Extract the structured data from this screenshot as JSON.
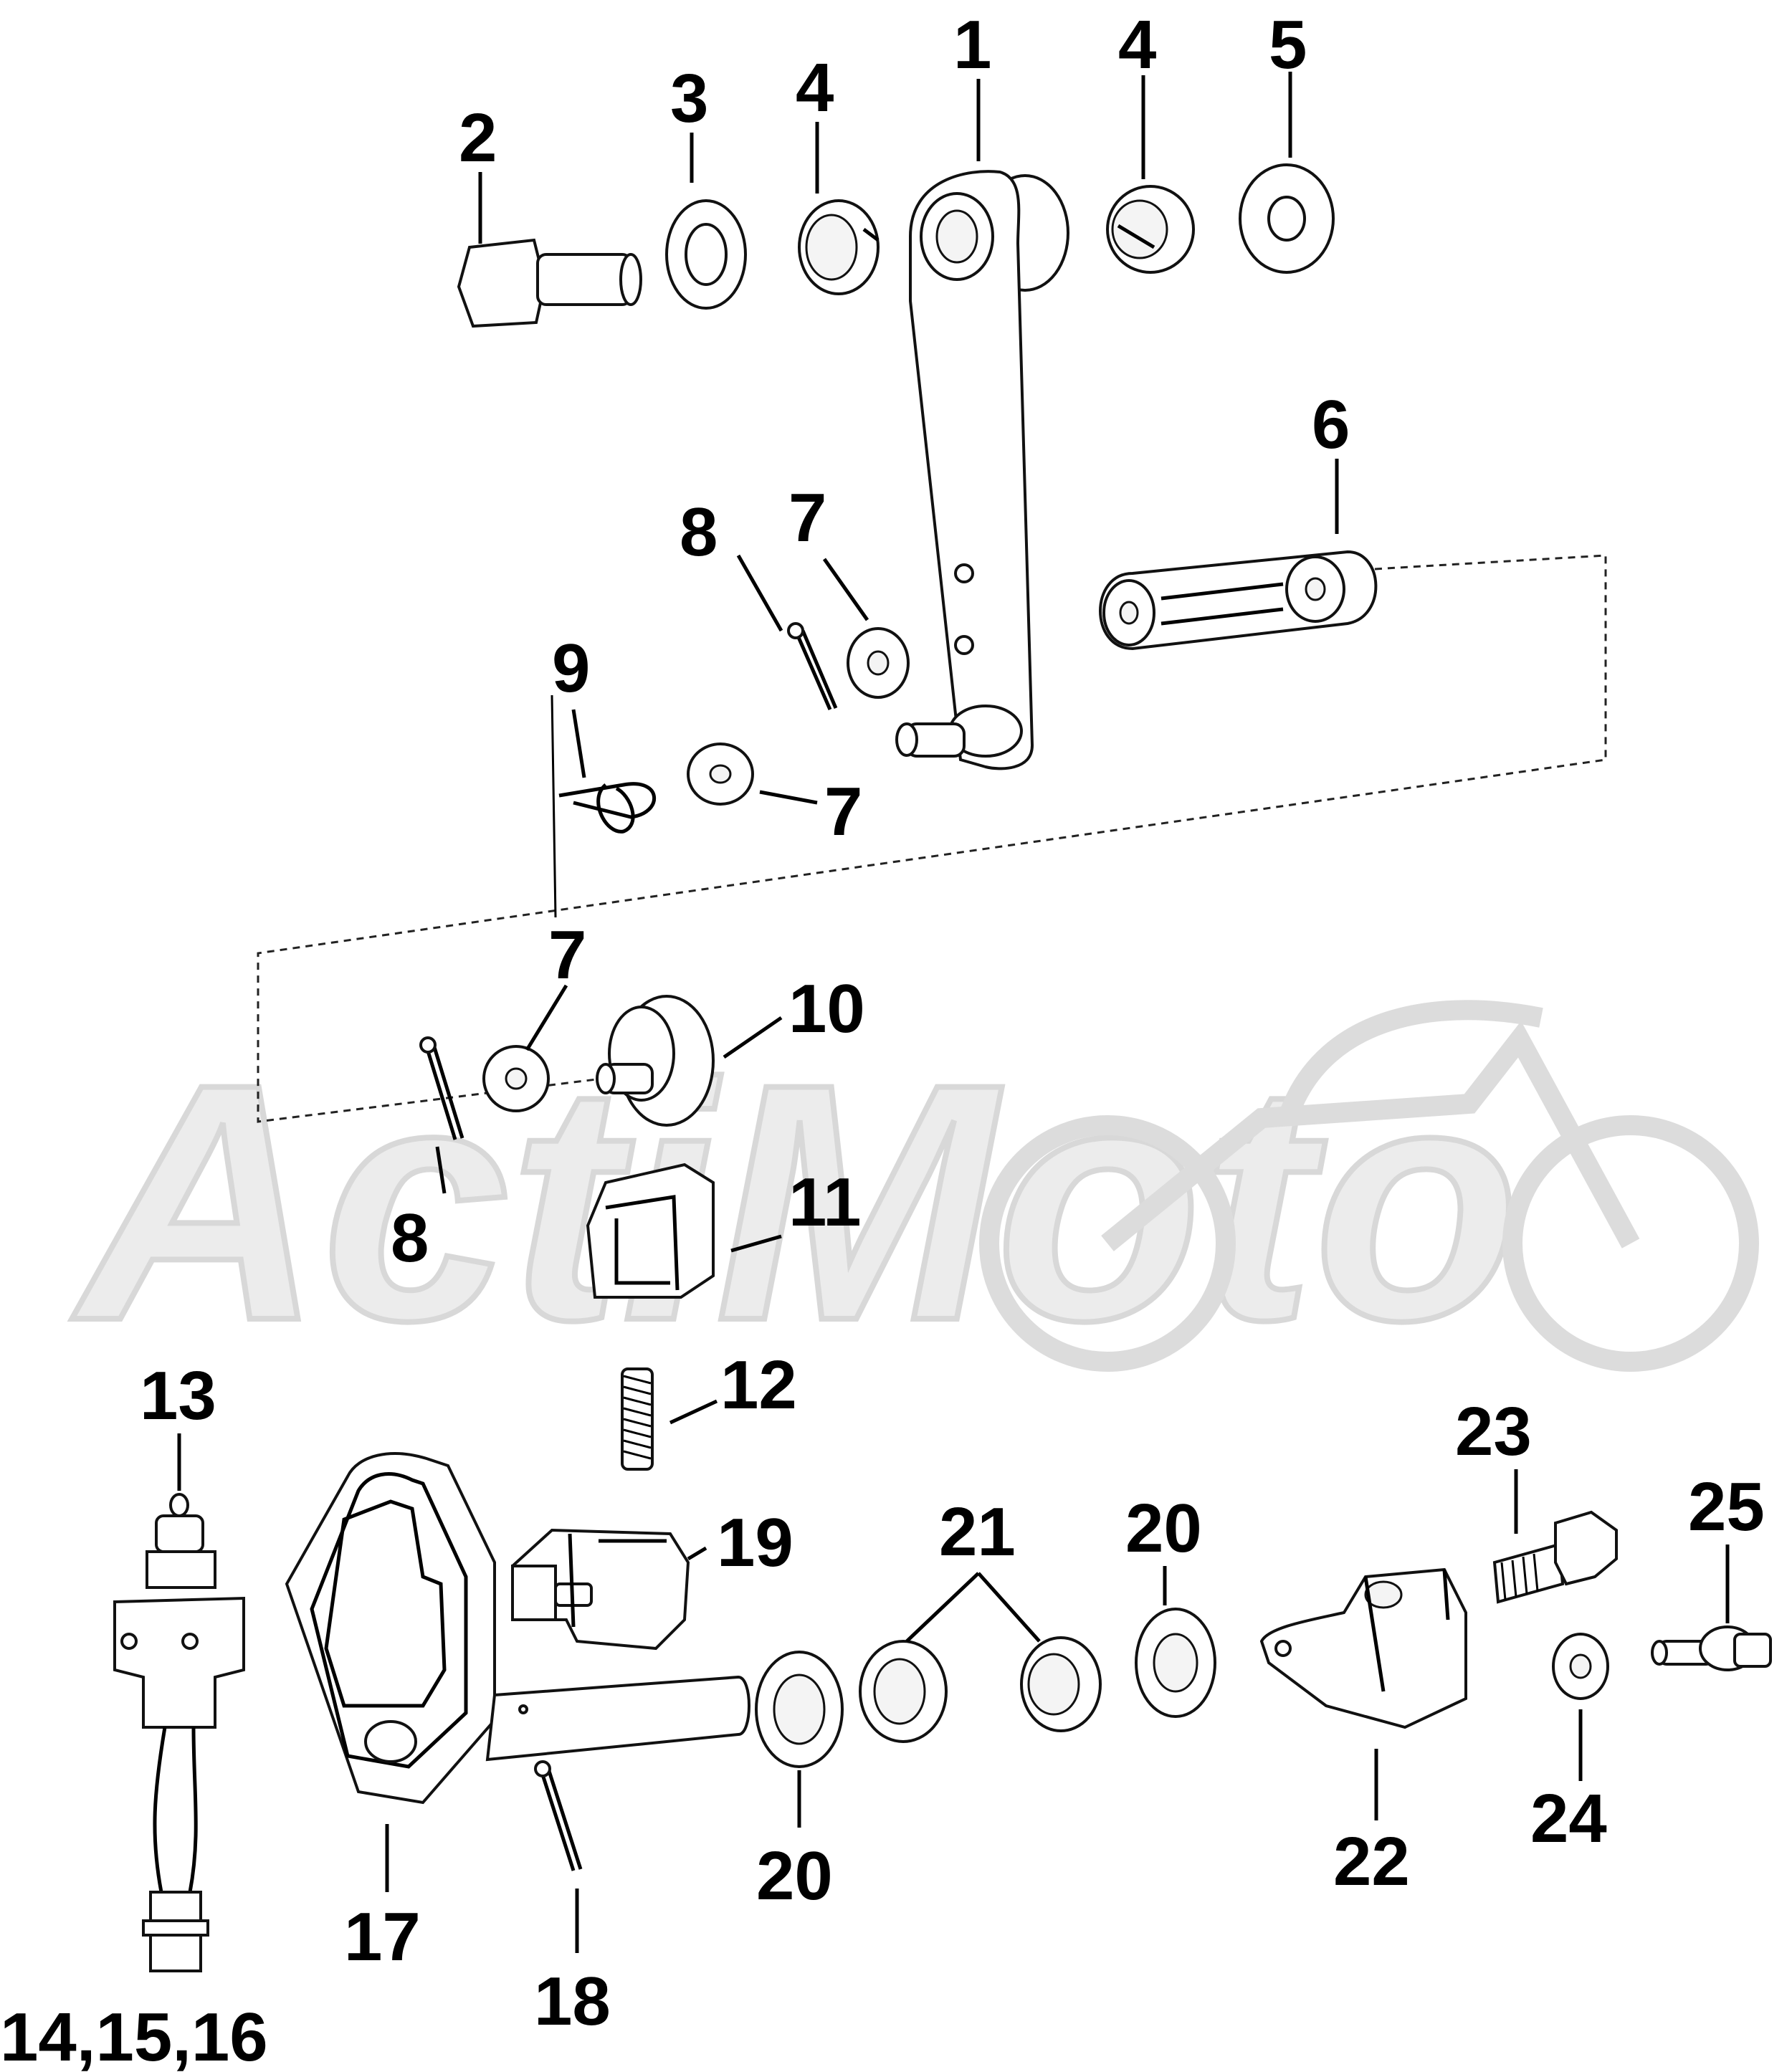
{
  "watermark": {
    "text": "ActiMoto"
  },
  "callouts": {
    "c1": "1",
    "c2": "2",
    "c3": "3",
    "c4a": "4",
    "c4b": "4",
    "c5": "5",
    "c6": "6",
    "c7a": "7",
    "c7b": "7",
    "c7c": "7",
    "c8a": "8",
    "c8b": "8",
    "c9": "9",
    "c10": "10",
    "c11": "11",
    "c12": "12",
    "c13": "13",
    "c14_16": "14,15,16",
    "c17": "17",
    "c18": "18",
    "c19": "19",
    "c20a": "20",
    "c20b": "20",
    "c21": "21",
    "c22": "22",
    "c23": "23",
    "c24": "24",
    "c25": "25"
  }
}
